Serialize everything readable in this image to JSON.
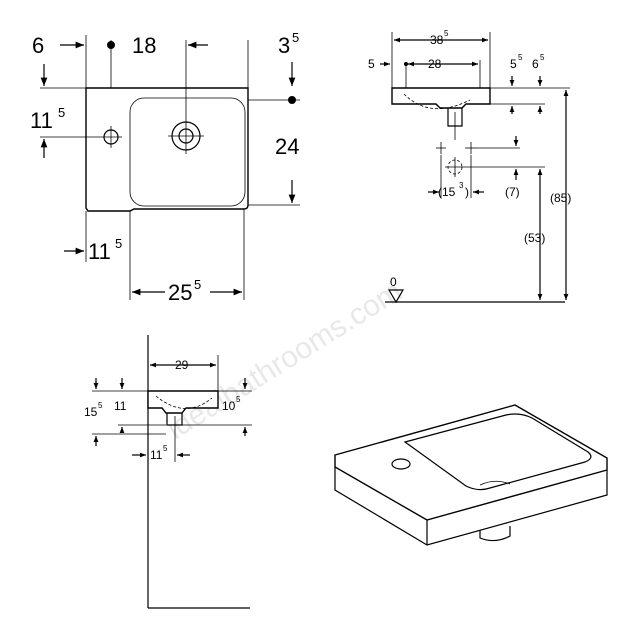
{
  "top_view": {
    "dim_6": "6",
    "dim_18": "18",
    "dim_3": "3",
    "dim_3_sup": "5",
    "dim_11a": "11",
    "dim_11a_sup": "5",
    "dim_24": "24",
    "dim_11b": "11",
    "dim_11b_sup": "5",
    "dim_25": "25",
    "dim_25_sup": "5"
  },
  "front_view": {
    "dim_38": "38",
    "dim_38_sup": "5",
    "dim_5": "5",
    "dim_28": "28",
    "dim_5b": "5",
    "dim_5b_sup": "5",
    "dim_6b": "6",
    "dim_6b_sup": "5",
    "dim_15": "(15",
    "dim_15_sup": "3",
    "dim_15_close": ")",
    "dim_7": "(7)",
    "dim_85": "(85)",
    "dim_53": "(53)",
    "floor_zero": "0"
  },
  "side_view": {
    "dim_29": "29",
    "dim_15": "15",
    "dim_15_sup": "5",
    "dim_11": "11",
    "dim_10": "10",
    "dim_10_sup": "5",
    "dim_11b": "11",
    "dim_11b_sup": "5"
  },
  "watermark": "idealbathrooms.com"
}
